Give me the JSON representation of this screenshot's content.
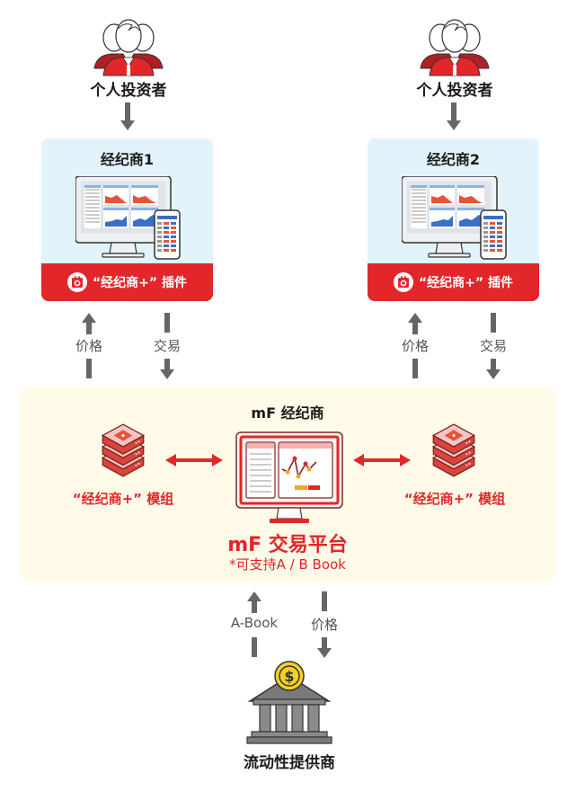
{
  "investors": [
    {
      "label": "个人投资者"
    },
    {
      "label": "个人投资者"
    }
  ],
  "brokers": [
    {
      "title": "经纪商1",
      "plugin_label": "“经纪商+” 插件"
    },
    {
      "title": "经纪商2",
      "plugin_label": "“经纪商+” 插件"
    }
  ],
  "flows": {
    "price": "价格",
    "trade": "交易",
    "abook": "A-Book"
  },
  "platform": {
    "header": "mF 经纪商",
    "title": "mF 交易平台",
    "subtitle": "*可支持A / B Book",
    "module_label": "“经纪商+” 模组"
  },
  "liquidity_provider": {
    "label": "流动性提供商"
  },
  "colors": {
    "brand_red": "#e3262a",
    "broker_bg": "#e3f3fc",
    "panel_bg": "#fffbe8",
    "arrow_gray": "#666666"
  }
}
